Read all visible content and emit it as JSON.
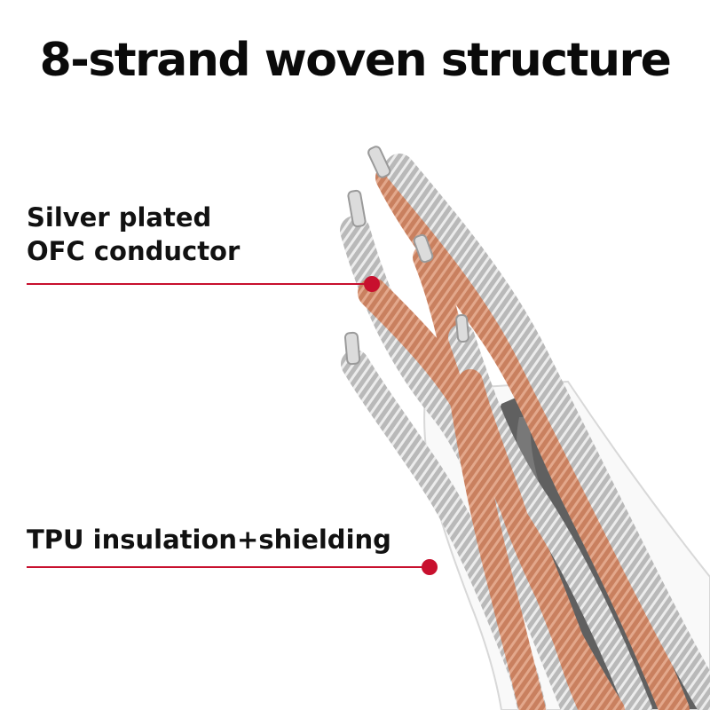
{
  "title": "8-strand woven structure",
  "callouts": [
    {
      "lines": [
        "Silver plated",
        "OFC conductor"
      ]
    },
    {
      "lines": [
        "TPU insulation+shielding"
      ]
    }
  ],
  "colors": {
    "accent": "#c8102e",
    "copper": "#c9805f",
    "silver": "#c8c8c8",
    "jacket": "#141414",
    "text": "#111111"
  }
}
